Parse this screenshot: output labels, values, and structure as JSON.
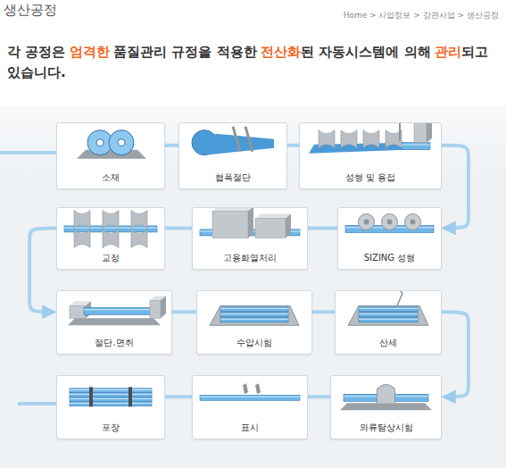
{
  "diagram": {
    "title": "생산공정",
    "nodes": [
      {
        "text": [
          "소재"
        ]
      },
      {
        "text": [
          "협폭절단"
        ]
      },
      {
        "text": [
          "성형 및 용접"
        ]
      },
      {
        "text": [
          "SIZING 성형"
        ]
      },
      {
        "text": [
          "고용화열처리"
        ]
      },
      {
        "text": [
          "교정"
        ]
      },
      {
        "text": [
          "절단.면취"
        ]
      },
      {
        "text": [
          "수압시험"
        ]
      },
      {
        "text": [
          "산세"
        ]
      },
      {
        "text": [
          "와류탐상시험"
        ]
      },
      {
        "text": [
          "표시"
        ]
      },
      {
        "text": [
          "포장"
        ]
      }
    ],
    "edges": [
      {
        "from": 0,
        "to": 1,
        "arrow": "none"
      },
      {
        "from": 1,
        "to": 2,
        "arrow": "none"
      },
      {
        "from": 2,
        "to": 3,
        "arrow": "to"
      },
      {
        "from": 3,
        "to": 4,
        "arrow": "none"
      },
      {
        "from": 4,
        "to": 5,
        "arrow": "none"
      },
      {
        "from": 5,
        "to": 6,
        "arrow": "to"
      },
      {
        "from": 6,
        "to": 7,
        "arrow": "none"
      },
      {
        "from": 7,
        "to": 8,
        "arrow": "none"
      },
      {
        "from": 8,
        "to": 9,
        "arrow": "to"
      },
      {
        "from": 9,
        "to": 10,
        "arrow": "none"
      },
      {
        "from": 10,
        "to": 11,
        "arrow": "none"
      }
    ],
    "labels": [
      "Home > 사업정보 > 강관사업 > 생산공정",
      "각 공정은",
      "엄격한",
      "품질관리 규정을 적용한",
      "전산화",
      "된 자동시스템에 의해",
      "관리",
      "되고 있습니다."
    ]
  }
}
